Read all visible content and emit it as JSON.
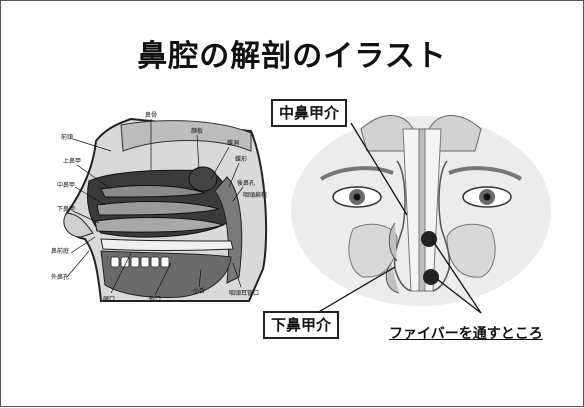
{
  "title": "鼻腔の解剖のイラスト",
  "labels": {
    "middle_turbinate": "中鼻甲介",
    "inferior_turbinate": "下鼻甲介",
    "scope_path": "ファイバーを通すところ"
  },
  "sagittal_labels": [
    {
      "id": "frontal-bone",
      "text": "前頭"
    },
    {
      "id": "nasal-bone",
      "text": "鼻骨"
    },
    {
      "id": "superior-turbinate",
      "text": "上鼻甲"
    },
    {
      "id": "middle-turbinate-s",
      "text": "中鼻甲"
    },
    {
      "id": "inferior-turbinate-s",
      "text": "下鼻甲"
    },
    {
      "id": "ethmoid",
      "text": "篩板"
    },
    {
      "id": "sphenoid",
      "text": "蝶洞"
    },
    {
      "id": "sella",
      "text": "蝶形"
    },
    {
      "id": "choana",
      "text": "後鼻孔"
    },
    {
      "id": "pharynx",
      "text": "咽頭扁桃"
    },
    {
      "id": "vestibule",
      "text": "鼻前庭"
    },
    {
      "id": "nostril",
      "text": "外鼻孔"
    },
    {
      "id": "hard-palate",
      "text": "硬口"
    },
    {
      "id": "soft-palate",
      "text": "軟口"
    },
    {
      "id": "tongue",
      "text": "小舌"
    },
    {
      "id": "tube",
      "text": "咽頭耳管口"
    }
  ]
}
